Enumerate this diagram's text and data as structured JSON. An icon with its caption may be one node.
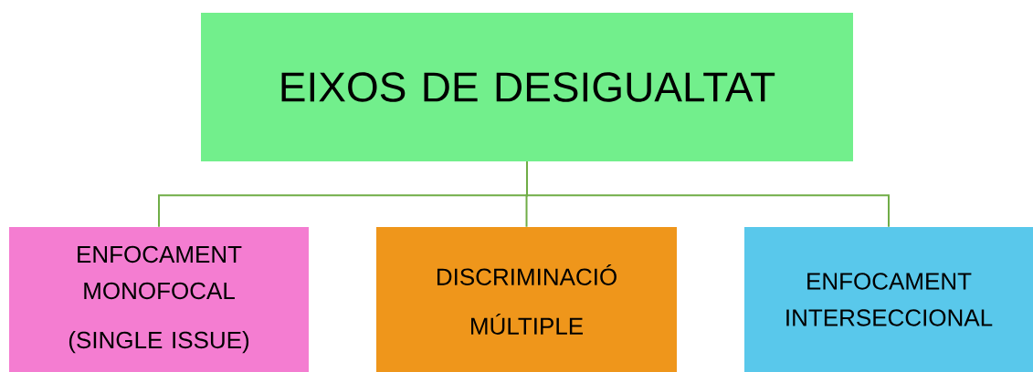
{
  "diagram": {
    "nodes": [
      {
        "text": [
          "EIXOS DE DESIGUALTAT"
        ]
      },
      {
        "text": [
          "ENFOCAMENT MONOFOCAL",
          "(SINGLE ISSUE)"
        ]
      },
      {
        "text": [
          "DISCRIMINACIÓ MÚLTIPLE"
        ]
      },
      {
        "text": [
          "ENFOCAMENT INTERSECCIONAL"
        ]
      }
    ],
    "edges": [
      {
        "from": 0,
        "to": 1,
        "arrow": "none"
      },
      {
        "from": 0,
        "to": 2,
        "arrow": "none"
      },
      {
        "from": 0,
        "to": 3,
        "arrow": "none"
      }
    ]
  }
}
